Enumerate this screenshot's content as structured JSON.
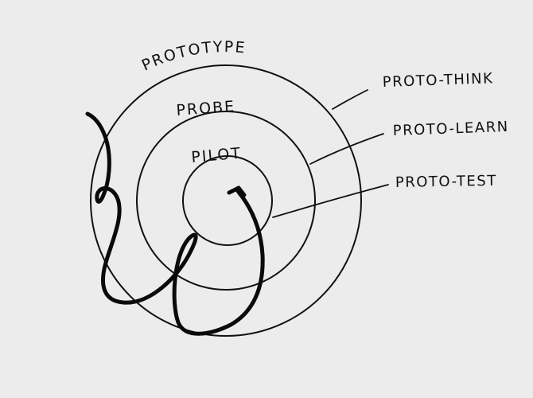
{
  "diagram": {
    "rings": {
      "outer": "PROTOTYPE",
      "middle": "PROBE",
      "inner": "PILOT"
    },
    "callouts": [
      {
        "label": "PROTO-THINK",
        "target": "outer"
      },
      {
        "label": "PROTO-LEARN",
        "target": "middle"
      },
      {
        "label": "PROTO-TEST",
        "target": "inner"
      }
    ]
  }
}
